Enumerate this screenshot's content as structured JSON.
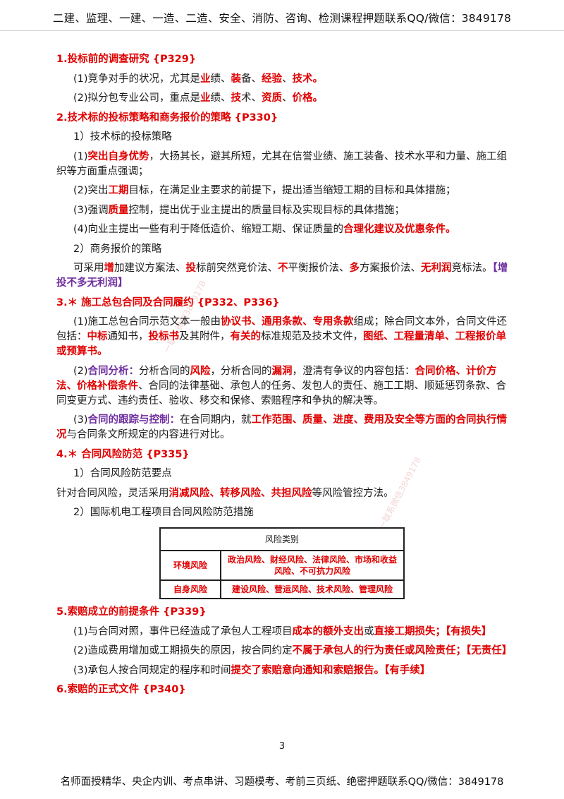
{
  "header": "二建、监理、一建、一造、二造、安全、消防、咨询、检测课程押题联系QQ/微信：3849178",
  "footer": "名师面授精华、央企内训、考点串讲、习题模考、考前三页纸、绝密押题联系QQ/微信：3849178",
  "page_number": "3",
  "watermark": "一联系微信3849178",
  "colors": {
    "highlight_red": "#e00000",
    "highlight_purple": "#7030a0"
  },
  "s1": {
    "title": "1.投标前的调查研究 {P329}",
    "l1": [
      "(1)竞争对手的状况，尤其是",
      "业",
      "绩、",
      "装",
      "备、",
      "经验",
      "、",
      "技术",
      "。"
    ],
    "l2": [
      "(2)拟分包专业公司，重点是",
      "业",
      "绩、",
      "技",
      "术、",
      "资质",
      "、",
      "价格",
      "。"
    ]
  },
  "s2": {
    "title": "2.技术标的投标策略和商务报价的策略 {P330}",
    "sub1": "1）技术标的投标策略",
    "l1": [
      "(1)",
      "突出自身优势",
      "，大扬其长，避其所短，尤其在信誉业绩、施工装备、技术水平和力量、施工组织等方面重点强调；"
    ],
    "l2": [
      "(2)突出",
      "工期",
      "目标，在满足业主要求的前提下，提出适当缩短工期的目标和具体措施；"
    ],
    "l3": [
      "(3)强调",
      "质量",
      "控制，提出优于业主提出的质量目标及实现目标的具体措施；"
    ],
    "l4": [
      "(4)向业主提出一些有利于降低造价、缩短工期、保证质量的",
      "合理化建议及优惠条件",
      "。"
    ],
    "sub2": "2）商务报价的策略",
    "l5": [
      "可采用",
      "增",
      "加建议方案法、",
      "投",
      "标前突然竞价法、",
      "不",
      "平衡报价法、",
      "多",
      "方案报价法、",
      "无利润",
      "竞标法。",
      "【增投不多无利润】"
    ]
  },
  "s3": {
    "title": "3.＊ 施工总包合同及合同履约 {P332、P336}",
    "l1": [
      "(1)施工总包合同示范文本一般由",
      "协议书、通用条款、专用条款",
      "组成；除合同文本外，合同文件还包括：",
      "中标",
      "通知书，",
      "投标书",
      "及其附件，",
      "有关的",
      "标准规范及技术文件，",
      "图纸、工程量清单、工程报价单或预算书。"
    ],
    "l2": [
      "(2)",
      "合同分析：",
      "分析合同的",
      "风险",
      "，分析合同的",
      "漏洞",
      "，澄清有争议的内容包括：",
      "合同价格、计价方法、价格补偿条件",
      "、合同的法律基础、承包人的任务、发包人的责任、施工工期、顺延惩罚条款、合同变更方式、违约责任、验收、移交和保修、索赔程序和争执的解决等。"
    ],
    "l3": [
      "(3)",
      "合同的跟踪与控制：",
      "在合同期内，就",
      "工作范围、质量、进度、费用及安全等方面的合同执行情况",
      "与合同条文所规定的内容进行对比。"
    ]
  },
  "s4": {
    "title": "4.＊ 合同风险防范 {P335}",
    "sub1": "1）合同风险防范要点",
    "l1": [
      "针对合同风险，灵活采用",
      "消减风险、转移风险、共担风险",
      "等风险管控方法。"
    ],
    "sub2": "2）国际机电工程项目合同风险防范措施",
    "table": {
      "header": "风险类别",
      "rows": [
        {
          "category": "环境风险",
          "items": "政治风险、财经风险、法律风险、市场和收益风险、不可抗力风险"
        },
        {
          "category": "自身风险",
          "items": "建设风险、营运风险、技术风险、管理风险"
        }
      ]
    }
  },
  "s5": {
    "title": "5.索赔成立的前提条件 {P339}",
    "l1": [
      "(1)与合同对照，事件已经造成了承包人工程项目",
      "成本的额外支出",
      "或",
      "直接工期损失",
      "；",
      "【有损失】"
    ],
    "l2": [
      "(2)造成费用增加或工期损失的原因，按合同约定",
      "不属于承包人的行为责任或风险责任",
      "；",
      "【无责任】"
    ],
    "l3": [
      "(3)承包人按合同规定的程序和时间",
      "提交了索赔意向通知和索赔报告。",
      "【有手续】"
    ]
  },
  "s6": {
    "title": "6.索赔的正式文件 {P340}"
  }
}
